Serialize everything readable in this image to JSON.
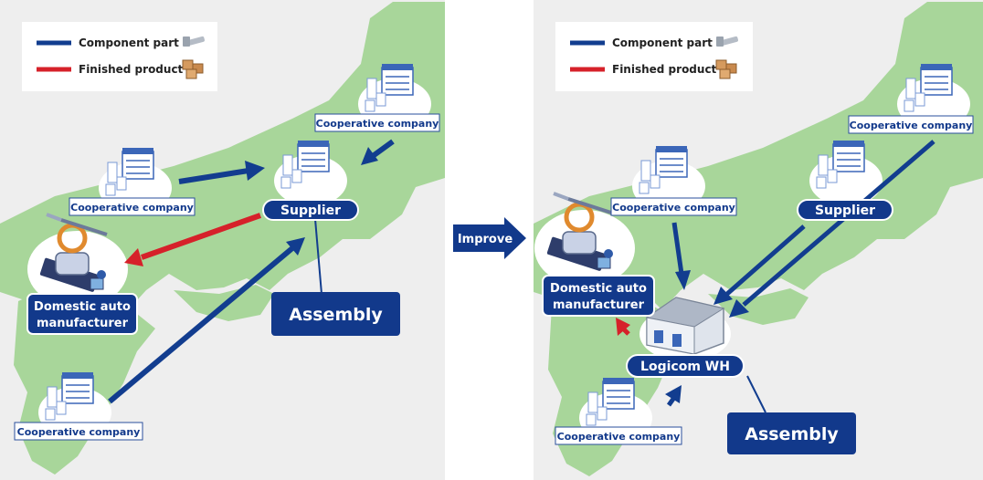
{
  "colors": {
    "component": "#123d8f",
    "finished": "#d6212a",
    "land": "#a8d69a",
    "sea": "#eeeeee",
    "badge": "#12398b",
    "box_border": "#2a4f9c",
    "arrow_text": "#ffffff"
  },
  "legend": {
    "component_label": "Component part",
    "finished_label": "Finished product",
    "component_icon": "bolt-icon",
    "finished_icon": "boxes-icon"
  },
  "center_arrow": {
    "label": "Improve"
  },
  "before": {
    "coop_top_right": "Cooperative company",
    "coop_middle": "Cooperative company",
    "coop_bottom": "Cooperative company",
    "supplier": "Supplier",
    "manufacturer_line1": "Domestic auto",
    "manufacturer_line2": "manufacturer",
    "assembly": "Assembly"
  },
  "after": {
    "coop_top_right": "Cooperative company",
    "coop_middle": "Cooperative company",
    "coop_bottom": "Cooperative company",
    "supplier": "Supplier",
    "manufacturer_line1": "Domestic auto",
    "manufacturer_line2": "manufacturer",
    "warehouse": "Logicom WH",
    "assembly": "Assembly"
  }
}
